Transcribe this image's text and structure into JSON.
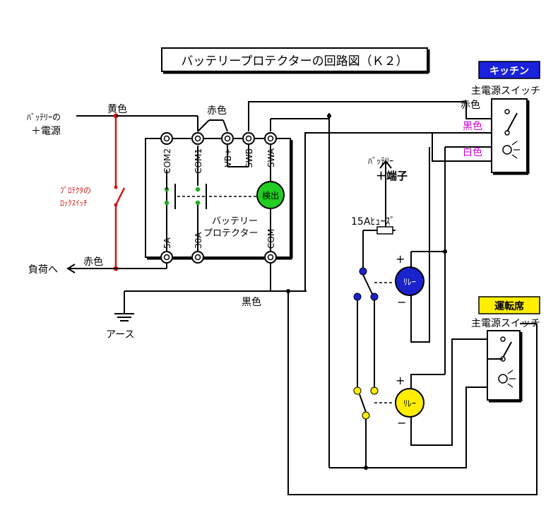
{
  "title": "バッテリープロテクターの回路図（Ｋ２）",
  "colors": {
    "wire": "#000000",
    "red_wire": "#d21414",
    "magenta_text": "#cc00cc",
    "detect_green": "#22cc22",
    "relay_blue": "#1a22cc",
    "relay_yellow": "#ffee00",
    "kitchen_badge": "#1a22dd",
    "driver_badge": "#ffee00"
  },
  "left": {
    "battery_plus_line1": "ﾊﾞｯﾃﾘｰの",
    "battery_plus_line2": "＋電源",
    "yellow_label": "黄色",
    "red_label": "赤色",
    "load_label": "負荷へ",
    "lock_switch_line1": "ﾌﾟﾛﾃｸﾀの",
    "lock_switch_line2": "ﾛｯｸｽｲｯﾁ",
    "ground_label": "アース",
    "black_label": "黒色"
  },
  "protector": {
    "terminals_top": [
      "COM2",
      "COM1",
      "VB+",
      "SWB",
      "SWA"
    ],
    "terminals_bottom": [
      "5A",
      "30A",
      "COM"
    ],
    "red_label": "赤色",
    "detect_label": "検出",
    "name_line1": "バッテリー",
    "name_line2": "プロテクター"
  },
  "battery_terminal": {
    "line1": "ﾊﾞｯﾃﾘｰ",
    "line2": "＋端子"
  },
  "fuse_label": "15Aﾋｭｰｽﾞ",
  "relays": [
    {
      "label": "ﾘﾚｰ",
      "plus": "+",
      "minus": "−",
      "color": "blue"
    },
    {
      "label": "ﾘﾚｰ",
      "plus": "+",
      "minus": "−",
      "color": "yellow"
    }
  ],
  "kitchen": {
    "badge": "キッチン",
    "switch_label": "主電源スイッチ",
    "red_label": "赤色",
    "black_label": "黒色",
    "white_label": "白色"
  },
  "driver": {
    "badge": "運転席",
    "switch_label": "主電源スイッチ"
  }
}
